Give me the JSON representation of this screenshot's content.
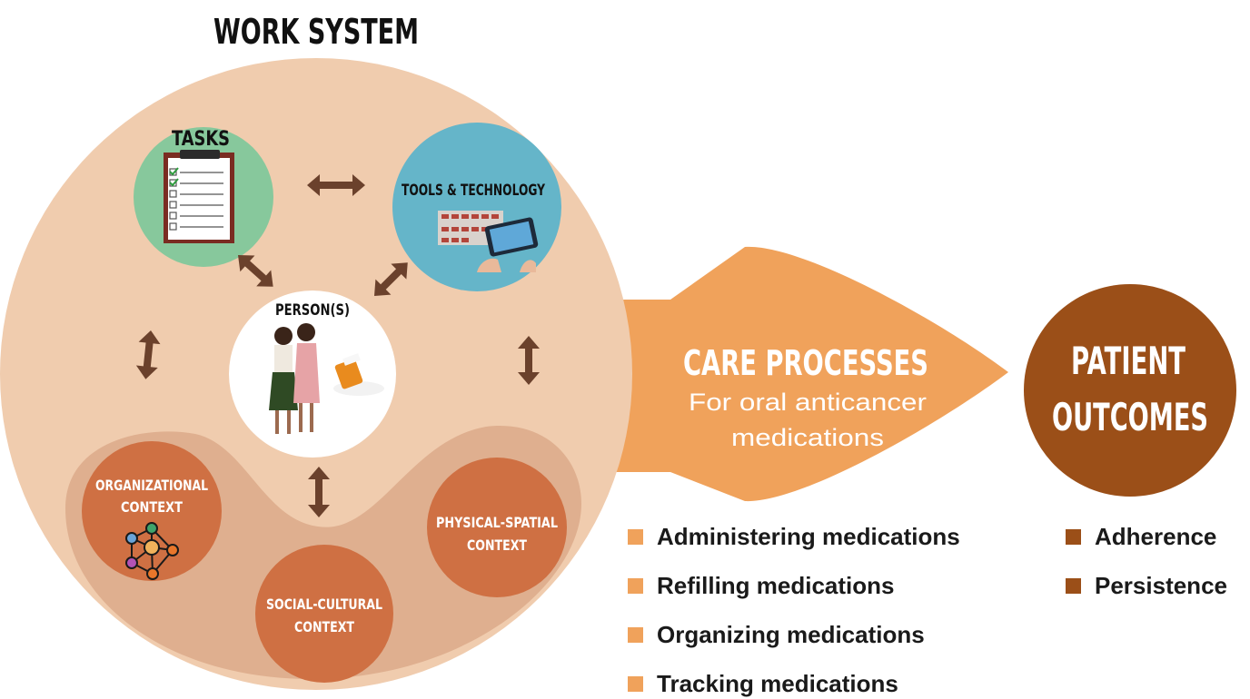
{
  "title": "WORK SYSTEM",
  "components": {
    "tasks": "TASKS",
    "tools": "TOOLS & TECHNOLOGY",
    "person": "PERSON(S)",
    "organizational": [
      "ORGANIZATIONAL",
      "CONTEXT"
    ],
    "social": [
      "SOCIAL-CULTURAL",
      "CONTEXT"
    ],
    "physical": [
      "PHYSICAL-SPATIAL",
      "CONTEXT"
    ]
  },
  "care_processes": {
    "title": "CARE PROCESSES",
    "subtitle": [
      "For oral anticancer",
      "medications"
    ],
    "items": [
      "Administering medications",
      "Refilling medications",
      "Organizing medications",
      "Tracking medications"
    ]
  },
  "patient_outcomes": {
    "title": [
      "PATIENT",
      "OUTCOMES"
    ],
    "items": [
      "Adherence",
      "Persistence"
    ]
  },
  "colors": {
    "work_system_bg": "#f0ccae",
    "context_band": "#dfaf8f",
    "context_circle": "#cf7043",
    "tasks_circle": "#87c89c",
    "tools_circle": "#65b5c9",
    "arrow_brown": "#6b412c",
    "care_arrow": "#f0a25b",
    "outcome_circle": "#9b4f18",
    "care_bullet": "#f0a25b",
    "outcome_bullet": "#9b4f18"
  },
  "icons": [
    "clipboard-checklist-icon",
    "pill-blister-tablet-icon",
    "people-with-pill-bottle-icon",
    "network-people-icon"
  ]
}
